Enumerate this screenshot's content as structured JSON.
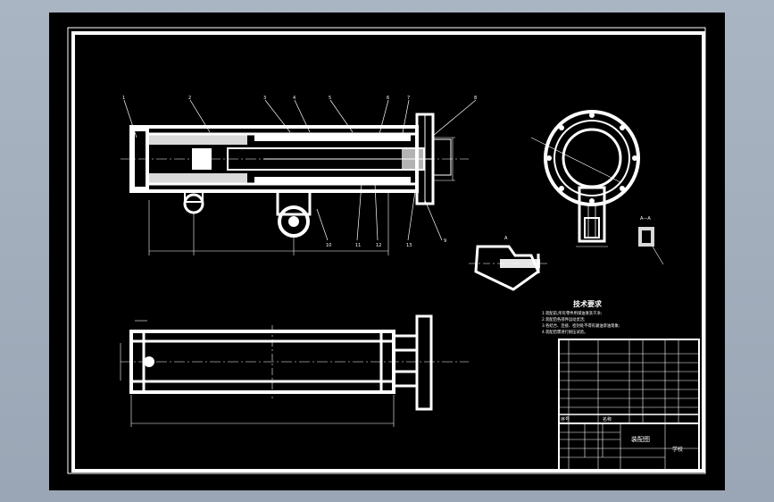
{
  "balloons": [
    "1",
    "2",
    "3",
    "4",
    "5",
    "6",
    "7",
    "8",
    "9",
    "10",
    "11",
    "12",
    "13"
  ],
  "tech_req": {
    "title": "技术要求",
    "lines": [
      "1.装配前,所有零件用煤油清洗干净;",
      "2.装配后各部件运动灵活;",
      "3.各结合、连接、密封处不得有漏油渗油现象;",
      "4.装配后需进行耐压试验。"
    ]
  },
  "title_block": {
    "drawing_name": "装配图",
    "designer_cell": "学校",
    "header_seq": "序号",
    "header_name": "名称"
  },
  "labels": {
    "section_a": "A",
    "section_b": "A—A"
  },
  "colors": {
    "paper": "#000000",
    "line": "#ffffff",
    "background": "#a3aebd"
  }
}
